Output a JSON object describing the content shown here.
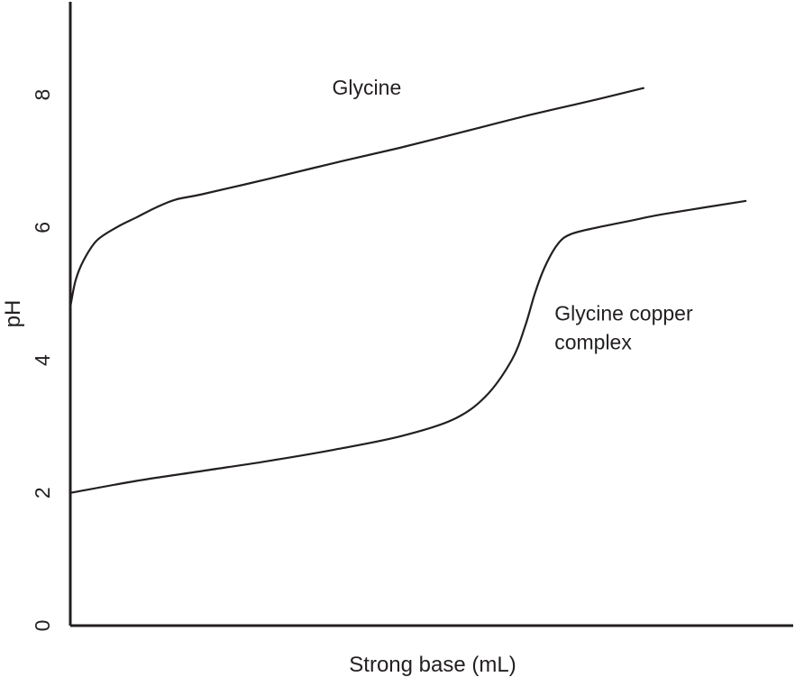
{
  "chart_data": {
    "type": "line",
    "title": "",
    "xlabel": "Strong base (mL)",
    "ylabel": "pH",
    "xlim": [
      0,
      11
    ],
    "ylim": [
      0,
      9.4
    ],
    "yticks": [
      {
        "value": 0,
        "label": "0"
      },
      {
        "value": 2,
        "label": "2"
      },
      {
        "value": 4,
        "label": "4"
      },
      {
        "value": 6,
        "label": "6"
      },
      {
        "value": 8,
        "label": "8"
      }
    ],
    "grid": false,
    "legend": "none",
    "series": [
      {
        "name": "Glycine",
        "label_anchor": {
          "x": 4.5,
          "y": 8.0
        },
        "points": [
          [
            0.0,
            4.8
          ],
          [
            0.08,
            5.2
          ],
          [
            0.2,
            5.5
          ],
          [
            0.4,
            5.8
          ],
          [
            0.7,
            6.0
          ],
          [
            1.0,
            6.15
          ],
          [
            1.3,
            6.3
          ],
          [
            1.6,
            6.42
          ],
          [
            2.0,
            6.5
          ],
          [
            3.0,
            6.73
          ],
          [
            4.0,
            6.97
          ],
          [
            5.0,
            7.2
          ],
          [
            6.0,
            7.45
          ],
          [
            7.0,
            7.7
          ],
          [
            8.0,
            7.93
          ],
          [
            8.7,
            8.1
          ]
        ]
      },
      {
        "name": "Glycine copper complex",
        "label_lines": [
          "Glycine copper",
          "complex"
        ],
        "label_anchor": {
          "x": 7.35,
          "y": 4.6
        },
        "points": [
          [
            0.0,
            2.0
          ],
          [
            1.0,
            2.18
          ],
          [
            2.0,
            2.33
          ],
          [
            3.0,
            2.48
          ],
          [
            4.0,
            2.65
          ],
          [
            5.0,
            2.85
          ],
          [
            5.8,
            3.1
          ],
          [
            6.3,
            3.45
          ],
          [
            6.7,
            4.0
          ],
          [
            6.9,
            4.5
          ],
          [
            7.05,
            5.0
          ],
          [
            7.2,
            5.4
          ],
          [
            7.4,
            5.75
          ],
          [
            7.6,
            5.9
          ],
          [
            8.0,
            6.0
          ],
          [
            8.5,
            6.1
          ],
          [
            9.0,
            6.2
          ],
          [
            10.25,
            6.4
          ]
        ]
      }
    ]
  }
}
